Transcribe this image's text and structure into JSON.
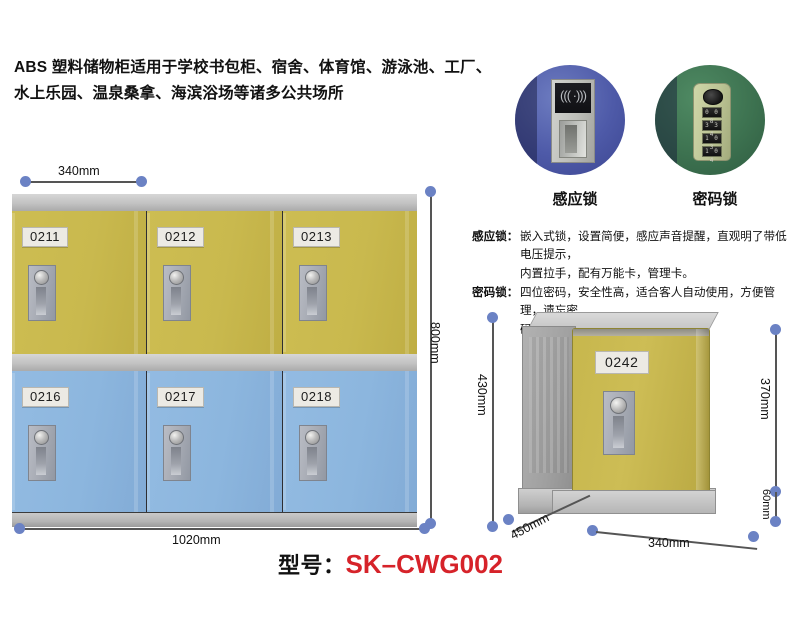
{
  "headline": {
    "line1": "ABS 塑料储物柜适用于学校书包柜、宿舍、体育馆、游泳池、工厂、",
    "line2": "水上乐园、温泉桑拿、海滨浴场等诸多公共场所"
  },
  "lockers": {
    "top_row": [
      "0211",
      "0212",
      "0213"
    ],
    "bottom_row": [
      "0216",
      "0217",
      "0218"
    ],
    "single": "0242"
  },
  "dimensions": {
    "door_width": "340mm",
    "total_height": "800mm",
    "total_width": "1020mm",
    "single_height": "430mm",
    "single_door_height": "370mm",
    "single_base_height": "60mm",
    "single_depth": "450mm",
    "single_width": "340mm"
  },
  "locks": {
    "rfid_caption": "感应锁",
    "combo_caption": "密码锁",
    "rfid_label": "感应锁：",
    "rfid_text_1": "嵌入式锁，设置简便，感应声音提醒，直观明了带低电压提示，",
    "rfid_text_2": "内置拉手，配有万能卡，管理卡。",
    "combo_label": "密码锁：",
    "combo_text_1": "四位密码，安全性高，适合客人自动使用，方便管理，遗忘密",
    "combo_text_2": "码时可用管理员钥匙开锁。",
    "dial_values": [
      "0 0 8",
      "3 3 4",
      "1 0 3",
      "1 0 4"
    ],
    "rfid_wave_glyph": "((( ·)))"
  },
  "model": {
    "label": "型号：",
    "code": "SK–CWG002"
  },
  "colors": {
    "yellow_door": "#c9b94e",
    "blue_door": "#8cb6de",
    "dim_dot": "#6b82c4",
    "model_code": "#d6232a"
  }
}
